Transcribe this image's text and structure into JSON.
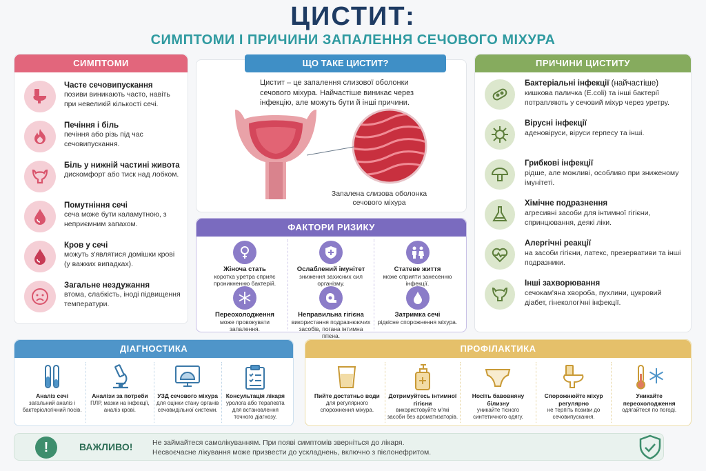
{
  "header": {
    "title": "ЦИСТИТ:",
    "subtitle": "СИМПТОМИ І ПРИЧИНИ ЗАПАЛЕННЯ СЕЧОВОГО МІХУРА"
  },
  "symptoms": {
    "heading": "СИМПТОМИ",
    "items": [
      {
        "title": "Часте сечовипускання",
        "desc": "позиви виникають часто, навіть при невеликій кількості сечі.",
        "icon": "toilet-icon"
      },
      {
        "title": "Печіння і біль",
        "desc": "печіння або різь під час сечовипускання.",
        "icon": "flame-icon"
      },
      {
        "title": "Біль у нижній частині живота",
        "desc": "дискомфорт або тиск над лобком.",
        "icon": "bladder-icon"
      },
      {
        "title": "Помутніння сечі",
        "desc": "сеча може бути каламутною, з неприємним запахом.",
        "icon": "drop-icon"
      },
      {
        "title": "Кров у сечі",
        "desc": "можуть з'являтися домішки крові (у важких випадках).",
        "icon": "blood-drop-icon"
      },
      {
        "title": "Загальне нездужання",
        "desc": "втома, слабкість, іноді підвищення температури.",
        "icon": "sad-face-icon"
      }
    ]
  },
  "whatis": {
    "heading": "ЩО ТАКЕ ЦИСТИТ?",
    "text": "Цистит – це запалення слизової оболонки сечового міхура. Найчастіше виникає через інфекцію, але можуть бути й інші причини.",
    "caption": "Запалена слизова оболонка сечового міхура"
  },
  "risks": {
    "heading": "ФАКТОРИ РИЗИКУ",
    "items": [
      {
        "title": "Жіноча стать",
        "desc": "коротка уретра сприяє проникненню бактерій.",
        "icon": "female-icon"
      },
      {
        "title": "Ослаблений імунітет",
        "desc": "зниження захисних сил організму.",
        "icon": "shield-plus-icon"
      },
      {
        "title": "Статеве життя",
        "desc": "може сприяти занесенню інфекції.",
        "icon": "couple-icon"
      },
      {
        "title": "Переохолодження",
        "desc": "може провокувати запалення.",
        "icon": "snowflake-icon"
      },
      {
        "title": "Неправильна гігієна",
        "desc": "використання подразнюючих засобів, погана інтимна гігієна.",
        "icon": "toilet-paper-icon"
      },
      {
        "title": "Затримка сечі",
        "desc": "рідкісне спорожнення міхура.",
        "icon": "drop-icon"
      }
    ]
  },
  "causes": {
    "heading": "ПРИЧИНИ ЦИСТИТУ",
    "items": [
      {
        "title": "Бактеріальні інфекції",
        "note": " (найчастіше)",
        "desc": "кишкова паличка (E.coli) та інші бактерії потрапляють у сечовий міхур через уретру.",
        "icon": "bacteria-icon"
      },
      {
        "title": "Вірусні інфекції",
        "note": "",
        "desc": "аденовіруси, віруси герпесу та інші.",
        "icon": "virus-icon"
      },
      {
        "title": "Грибкові інфекції",
        "note": "",
        "desc": "рідше, але можливі, особливо при зниженому імунітеті.",
        "icon": "mushroom-icon"
      },
      {
        "title": "Хімічне подразнення",
        "note": "",
        "desc": "агресивні засоби для інтимної гігієни, спринцювання, деякі ліки.",
        "icon": "flask-icon"
      },
      {
        "title": "Алергічні реакції",
        "note": "",
        "desc": "на засоби гігієни, латекс, презервативи та інші подразники.",
        "icon": "heart-pulse-icon"
      },
      {
        "title": "Інші захворювання",
        "note": "",
        "desc": "сечокам'яна хвороба, пухлини, цукровий діабет, гінекологічні інфекції.",
        "icon": "bladder-icon"
      }
    ]
  },
  "diagnostics": {
    "heading": "ДІАГНОСТИКА",
    "items": [
      {
        "title": "Аналіз сечі",
        "desc": "загальний аналіз і бактеріологічний посів.",
        "icon": "test-tubes-icon"
      },
      {
        "title": "Аналізи за потреби",
        "desc": "ПЛР, мазки на інфекції, аналіз крові.",
        "icon": "microscope-icon"
      },
      {
        "title": "УЗД сечового міхура",
        "desc": "для оцінки стану органів сечовидільної системи.",
        "icon": "ultrasound-monitor-icon"
      },
      {
        "title": "Консультація лікаря",
        "desc": "уролога або терапевта для встановлення точного діагнозу.",
        "icon": "clipboard-icon"
      }
    ]
  },
  "prevention": {
    "heading": "ПРОФІЛАКТИКА",
    "items": [
      {
        "title": "Пийте достатньо води",
        "desc": "для регулярного спорожнення міхура.",
        "icon": "water-glass-icon"
      },
      {
        "title": "Дотримуйтесь інтимної гігієни",
        "desc": "використовуйте м'які засоби без ароматизаторів.",
        "icon": "soap-bottle-icon"
      },
      {
        "title": "Носіть бавовняну білизну",
        "desc": "уникайте тісного синтетичного одягу.",
        "icon": "underwear-icon"
      },
      {
        "title": "Спорожнюйте міхур регулярно",
        "desc": "не терпіть позиви до сечовипускання.",
        "icon": "toilet-icon"
      },
      {
        "title": "Уникайте переохолодження",
        "desc": "одягайтеся по погоді.",
        "icon": "thermometer-snow-icon"
      }
    ]
  },
  "important": {
    "label": "ВАЖЛИВО!",
    "line1": "Не займайтеся самолікуванням. При появі симптомів зверніться до лікаря.",
    "line2": "Несвоєчасне лікування може призвести до ускладнень, включно з пієлонефритом."
  },
  "colors": {
    "symptoms": "#e2667c",
    "whatis": "#3f8fc6",
    "risks": "#7a6bbf",
    "causes": "#86ab5e",
    "diagnostics": "#4f95c9",
    "prevention": "#e5c06a",
    "important": "#3e8e6d"
  }
}
